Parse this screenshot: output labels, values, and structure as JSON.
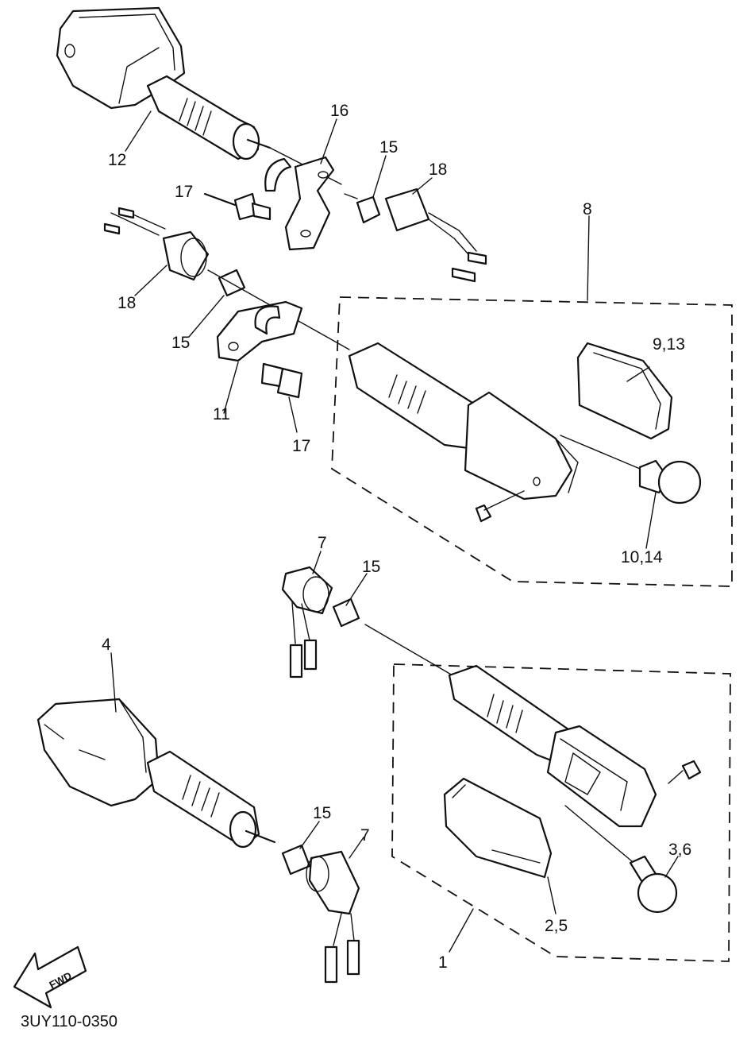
{
  "diagram": {
    "code": "3UY110-0350",
    "fwd_label": "FWD",
    "labels": {
      "p12": "12",
      "p16": "16",
      "p15a": "15",
      "p18a": "18",
      "p17a": "17",
      "p8": "8",
      "p18b": "18",
      "p15b": "15",
      "p11": "11",
      "p17b": "17",
      "p9_13": "9,13",
      "p10_14": "10,14",
      "p7a": "7",
      "p15c": "15",
      "p4": "4",
      "p15d": "15",
      "p7b": "7",
      "p3_6": "3,6",
      "p2_5": "2,5",
      "p1": "1"
    }
  }
}
